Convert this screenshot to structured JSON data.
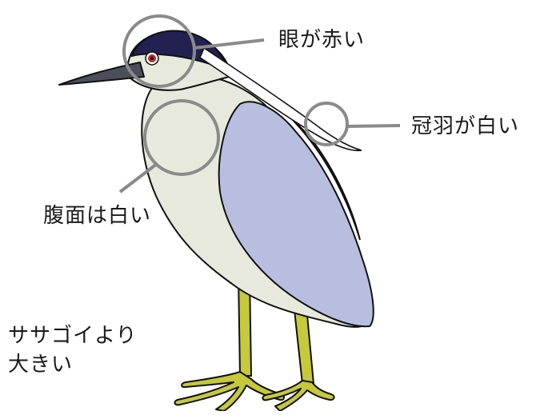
{
  "labels": {
    "eye": "眼が赤い",
    "plume": "冠羽が白い",
    "belly": "腹面は白い",
    "size_line1": "ササゴイより",
    "size_line2": "大きい"
  },
  "colors": {
    "crown": "#232152",
    "wing": "#b8bedf",
    "body": "#e7e9dd",
    "legs": "#c6c93a",
    "bill": "#4b4f5a",
    "eye_iris": "#c0262b",
    "callout": "#8a8a8a",
    "outline": "#111111"
  }
}
